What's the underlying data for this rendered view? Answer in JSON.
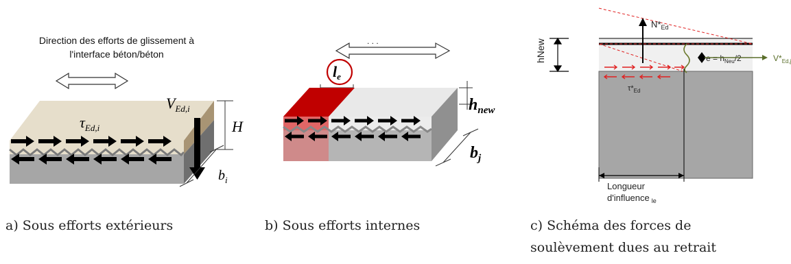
{
  "panel_a": {
    "heading_line1": "Direction des efforts de glissement à",
    "heading_line2": "l'interface béton/béton",
    "shear_symbol": "τ",
    "shear_sub": "Ed,i",
    "force_symbol": "V",
    "force_sub": "Ed,i",
    "height_symbol": "H",
    "width_symbol": "b",
    "width_sub": "i",
    "caption": "a) Sous efforts extérieurs"
  },
  "panel_b": {
    "length_symbol": "l",
    "length_sub": "e",
    "height_symbol": "h",
    "height_sub": "new",
    "width_symbol": "b",
    "width_sub": "j",
    "caption": "b) Sous efforts internes"
  },
  "panel_c": {
    "height_label": "hNew",
    "normal_symbol": "N*",
    "normal_sub": "Ed",
    "shear_force_symbol": "V*",
    "shear_force_sub": "Ed,j",
    "ecc_label": "e = h",
    "ecc_sub": "Neu",
    "ecc_suffix": "/2",
    "tau_symbol": "τ*",
    "tau_sub": "Ed",
    "length_line1": "Longueur",
    "length_line2": "d'influence",
    "length_sub": "le",
    "caption_line1": "c) Schéma des forces de",
    "caption_line2": "soulèvement dues au retrait"
  },
  "colors": {
    "new_layer": "#e6decb",
    "old_slab": "#a6a6a6",
    "red_zone": "#c00000",
    "arrow_red": "#e02020",
    "arrow_green": "#5a6e2a"
  }
}
